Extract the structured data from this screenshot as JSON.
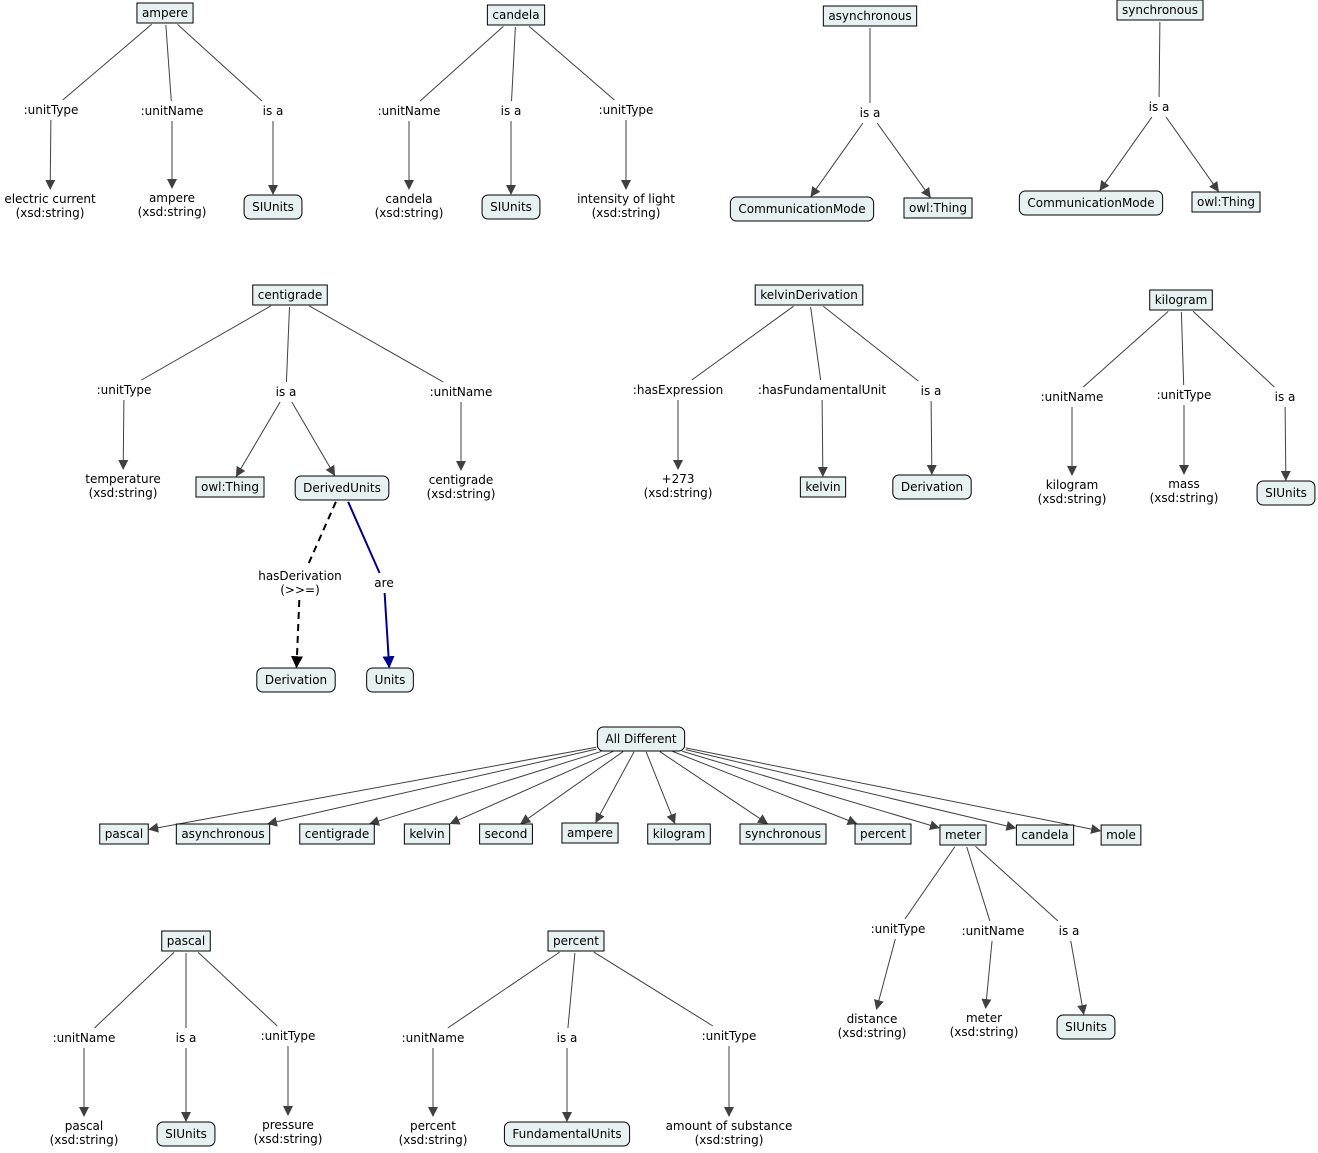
{
  "nodes": [
    {
      "id": "ampere1",
      "shape": "inst",
      "lines": [
        "ampere"
      ]
    },
    {
      "id": "et_ampere",
      "shape": "text",
      "lines": [
        "electric current",
        "(xsd:string)"
      ]
    },
    {
      "id": "an_ampere",
      "shape": "text",
      "lines": [
        "ampere",
        "(xsd:string)"
      ]
    },
    {
      "id": "si1",
      "shape": "class",
      "lines": [
        "SIUnits"
      ]
    },
    {
      "id": "candela1",
      "shape": "inst",
      "lines": [
        "candela"
      ]
    },
    {
      "id": "cn_candela",
      "shape": "text",
      "lines": [
        "candela",
        "(xsd:string)"
      ]
    },
    {
      "id": "si2",
      "shape": "class",
      "lines": [
        "SIUnits"
      ]
    },
    {
      "id": "ct_candela",
      "shape": "text",
      "lines": [
        "intensity of light",
        "(xsd:string)"
      ]
    },
    {
      "id": "async1",
      "shape": "inst",
      "lines": [
        "asynchronous"
      ]
    },
    {
      "id": "cm1",
      "shape": "class",
      "lines": [
        "CommunicationMode"
      ]
    },
    {
      "id": "owl1",
      "shape": "inst",
      "lines": [
        "owl:Thing"
      ]
    },
    {
      "id": "sync1",
      "shape": "inst",
      "lines": [
        "synchronous"
      ]
    },
    {
      "id": "cm2",
      "shape": "class",
      "lines": [
        "CommunicationMode"
      ]
    },
    {
      "id": "owl2",
      "shape": "inst",
      "lines": [
        "owl:Thing"
      ]
    },
    {
      "id": "centi1",
      "shape": "inst",
      "lines": [
        "centigrade"
      ]
    },
    {
      "id": "temp",
      "shape": "text",
      "lines": [
        "temperature",
        "(xsd:string)"
      ]
    },
    {
      "id": "owl3",
      "shape": "inst",
      "lines": [
        "owl:Thing"
      ]
    },
    {
      "id": "derived",
      "shape": "class",
      "lines": [
        "DerivedUnits"
      ]
    },
    {
      "id": "cn_centi",
      "shape": "text",
      "lines": [
        "centigrade",
        "(xsd:string)"
      ]
    },
    {
      "id": "deriv1",
      "shape": "class",
      "lines": [
        "Derivation"
      ]
    },
    {
      "id": "units",
      "shape": "class",
      "lines": [
        "Units"
      ]
    },
    {
      "id": "kderiv",
      "shape": "inst",
      "lines": [
        "kelvinDerivation"
      ]
    },
    {
      "id": "expr",
      "shape": "text",
      "lines": [
        "+273",
        "(xsd:string)"
      ]
    },
    {
      "id": "kelvin1",
      "shape": "inst",
      "lines": [
        "kelvin"
      ]
    },
    {
      "id": "deriv2",
      "shape": "class",
      "lines": [
        "Derivation"
      ]
    },
    {
      "id": "kg1",
      "shape": "inst",
      "lines": [
        "kilogram"
      ]
    },
    {
      "id": "kgname",
      "shape": "text",
      "lines": [
        "kilogram",
        "(xsd:string)"
      ]
    },
    {
      "id": "mass",
      "shape": "text",
      "lines": [
        "mass",
        "(xsd:string)"
      ]
    },
    {
      "id": "si3",
      "shape": "class",
      "lines": [
        "SIUnits"
      ]
    },
    {
      "id": "alldiff",
      "shape": "class",
      "lines": [
        "All Different"
      ]
    },
    {
      "id": "d_pascal",
      "shape": "inst",
      "lines": [
        "pascal"
      ]
    },
    {
      "id": "d_async",
      "shape": "inst",
      "lines": [
        "asynchronous"
      ]
    },
    {
      "id": "d_centi",
      "shape": "inst",
      "lines": [
        "centigrade"
      ]
    },
    {
      "id": "d_kelvin",
      "shape": "inst",
      "lines": [
        "kelvin"
      ]
    },
    {
      "id": "d_second",
      "shape": "inst",
      "lines": [
        "second"
      ]
    },
    {
      "id": "d_ampere",
      "shape": "inst",
      "lines": [
        "ampere"
      ]
    },
    {
      "id": "d_kg",
      "shape": "inst",
      "lines": [
        "kilogram"
      ]
    },
    {
      "id": "d_sync",
      "shape": "inst",
      "lines": [
        "synchronous"
      ]
    },
    {
      "id": "d_percent",
      "shape": "inst",
      "lines": [
        "percent"
      ]
    },
    {
      "id": "d_meter",
      "shape": "inst",
      "lines": [
        "meter"
      ]
    },
    {
      "id": "d_candela",
      "shape": "inst",
      "lines": [
        "candela"
      ]
    },
    {
      "id": "d_mole",
      "shape": "inst",
      "lines": [
        "mole"
      ]
    },
    {
      "id": "distance",
      "shape": "text",
      "lines": [
        "distance",
        "(xsd:string)"
      ]
    },
    {
      "id": "metername",
      "shape": "text",
      "lines": [
        "meter",
        "(xsd:string)"
      ]
    },
    {
      "id": "si4",
      "shape": "class",
      "lines": [
        "SIUnits"
      ]
    },
    {
      "id": "pascal1",
      "shape": "inst",
      "lines": [
        "pascal"
      ]
    },
    {
      "id": "pname",
      "shape": "text",
      "lines": [
        "pascal",
        "(xsd:string)"
      ]
    },
    {
      "id": "si5",
      "shape": "class",
      "lines": [
        "SIUnits"
      ]
    },
    {
      "id": "pressure",
      "shape": "text",
      "lines": [
        "pressure",
        "(xsd:string)"
      ]
    },
    {
      "id": "percent1",
      "shape": "inst",
      "lines": [
        "percent"
      ]
    },
    {
      "id": "pcname",
      "shape": "text",
      "lines": [
        "percent",
        "(xsd:string)"
      ]
    },
    {
      "id": "fund",
      "shape": "class",
      "lines": [
        "FundamentalUnits"
      ]
    },
    {
      "id": "amount",
      "shape": "text",
      "lines": [
        "amount of substance",
        "(xsd:string)"
      ]
    }
  ],
  "edges": [
    {
      "from": "ampere1",
      "to": "et_ampere",
      "label": [
        ":unitType"
      ]
    },
    {
      "from": "ampere1",
      "to": "an_ampere",
      "label": [
        ":unitName"
      ]
    },
    {
      "from": "ampere1",
      "to": "si1",
      "label": [
        "is a"
      ]
    },
    {
      "from": "candela1",
      "to": "cn_candela",
      "label": [
        ":unitName"
      ]
    },
    {
      "from": "candela1",
      "to": "si2",
      "label": [
        "is a"
      ]
    },
    {
      "from": "candela1",
      "to": "ct_candela",
      "label": [
        ":unitType"
      ]
    },
    {
      "from": "async1",
      "to": [
        "cm1",
        "owl1"
      ],
      "label": [
        "is a"
      ]
    },
    {
      "from": "sync1",
      "to": [
        "cm2",
        "owl2"
      ],
      "label": [
        "is a"
      ]
    },
    {
      "from": "centi1",
      "to": "temp",
      "label": [
        ":unitType"
      ]
    },
    {
      "from": "centi1",
      "to": [
        "owl3",
        "derived"
      ],
      "label": [
        "is a"
      ]
    },
    {
      "from": "centi1",
      "to": "cn_centi",
      "label": [
        ":unitName"
      ]
    },
    {
      "from": "derived",
      "to": "deriv1",
      "label": [
        "hasDerivation",
        "(>>=)"
      ],
      "style": "dashed"
    },
    {
      "from": "derived",
      "to": "units",
      "label": [
        "are"
      ],
      "style": "blue"
    },
    {
      "from": "kderiv",
      "to": "expr",
      "label": [
        ":hasExpression"
      ]
    },
    {
      "from": "kderiv",
      "to": "kelvin1",
      "label": [
        ":hasFundamentalUnit"
      ]
    },
    {
      "from": "kderiv",
      "to": "deriv2",
      "label": [
        "is a"
      ]
    },
    {
      "from": "kg1",
      "to": "kgname",
      "label": [
        ":unitName"
      ]
    },
    {
      "from": "kg1",
      "to": "mass",
      "label": [
        ":unitType"
      ]
    },
    {
      "from": "kg1",
      "to": "si3",
      "label": [
        "is a"
      ]
    },
    {
      "from": "alldiff",
      "to": [
        "d_pascal",
        "d_async",
        "d_centi",
        "d_kelvin",
        "d_second",
        "d_ampere",
        "d_kg",
        "d_sync",
        "d_percent",
        "d_meter",
        "d_candela",
        "d_mole"
      ],
      "label": []
    },
    {
      "from": "d_meter",
      "to": "distance",
      "label": [
        ":unitType"
      ]
    },
    {
      "from": "d_meter",
      "to": "metername",
      "label": [
        ":unitName"
      ]
    },
    {
      "from": "d_meter",
      "to": "si4",
      "label": [
        "is a"
      ]
    },
    {
      "from": "pascal1",
      "to": "pname",
      "label": [
        ":unitName"
      ]
    },
    {
      "from": "pascal1",
      "to": "si5",
      "label": [
        "is a"
      ]
    },
    {
      "from": "pascal1",
      "to": "pressure",
      "label": [
        ":unitType"
      ]
    },
    {
      "from": "percent1",
      "to": "pcname",
      "label": [
        ":unitName"
      ]
    },
    {
      "from": "percent1",
      "to": "fund",
      "label": [
        "is a"
      ]
    },
    {
      "from": "percent1",
      "to": "amount",
      "label": [
        ":unitType"
      ]
    }
  ]
}
